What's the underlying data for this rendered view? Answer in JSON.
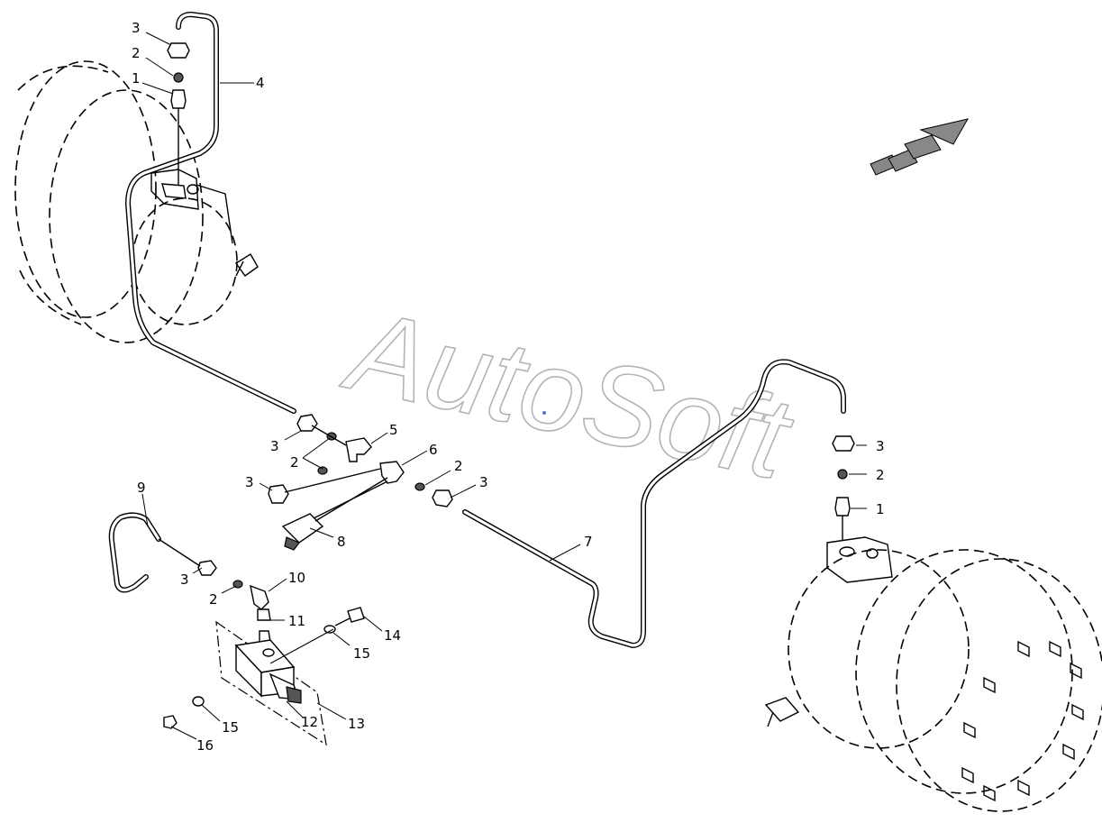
{
  "watermark": "AutoSoft",
  "direction_arrow": "forward-arrow-icon",
  "callouts": [
    {
      "id": "c1",
      "text": "3"
    },
    {
      "id": "c2",
      "text": "2"
    },
    {
      "id": "c3",
      "text": "1"
    },
    {
      "id": "c4",
      "text": "4"
    },
    {
      "id": "c5",
      "text": "3"
    },
    {
      "id": "c6",
      "text": "2"
    },
    {
      "id": "c7",
      "text": "1"
    },
    {
      "id": "c8",
      "text": "5"
    },
    {
      "id": "c9",
      "text": "3"
    },
    {
      "id": "c10",
      "text": "2"
    },
    {
      "id": "c11",
      "text": "6"
    },
    {
      "id": "c12",
      "text": "3"
    },
    {
      "id": "c13",
      "text": "2"
    },
    {
      "id": "c14",
      "text": "3"
    },
    {
      "id": "c15",
      "text": "9"
    },
    {
      "id": "c16",
      "text": "8"
    },
    {
      "id": "c17",
      "text": "7"
    },
    {
      "id": "c18",
      "text": "3"
    },
    {
      "id": "c19",
      "text": "2"
    },
    {
      "id": "c20",
      "text": "10"
    },
    {
      "id": "c21",
      "text": "11"
    },
    {
      "id": "c22",
      "text": "14"
    },
    {
      "id": "c23",
      "text": "15"
    },
    {
      "id": "c24",
      "text": "12"
    },
    {
      "id": "c25",
      "text": "13"
    },
    {
      "id": "c26",
      "text": "15"
    },
    {
      "id": "c27",
      "text": "16"
    }
  ]
}
